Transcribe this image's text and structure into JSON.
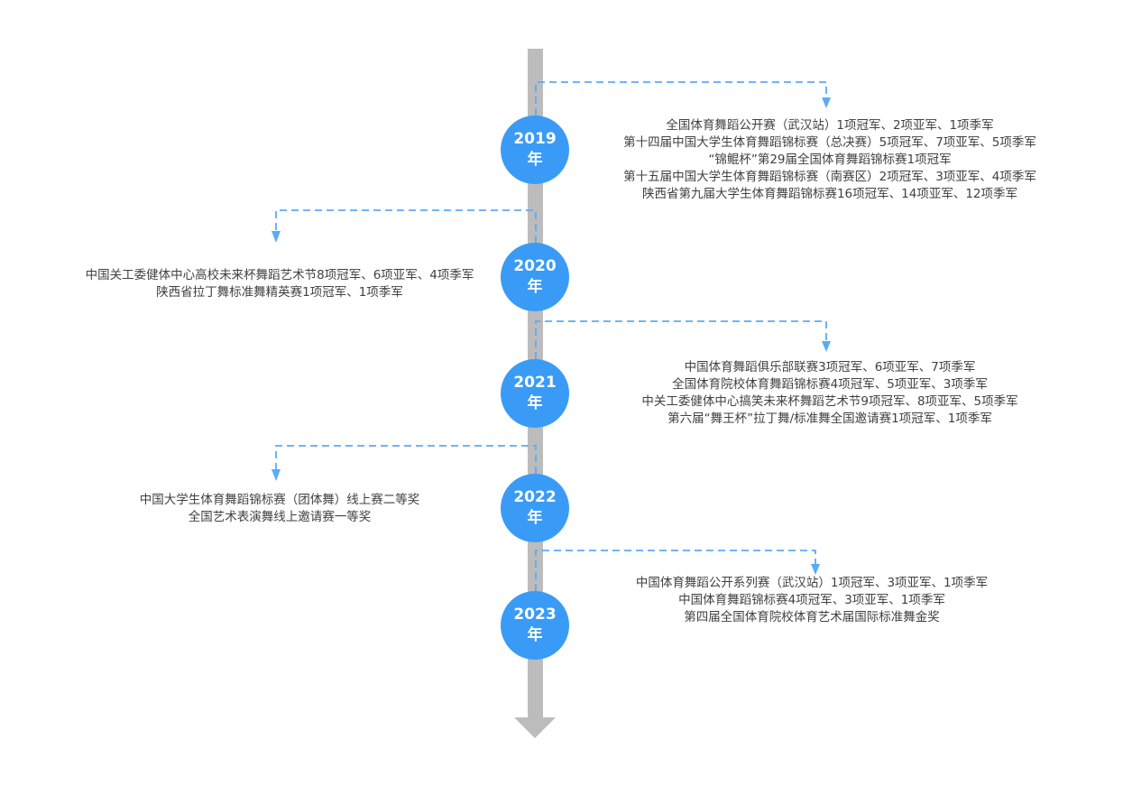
{
  "title": "",
  "colors": {
    "axis": "#bcbcbc",
    "year_circle": "#3a9bf6",
    "connector": "#5aabf7",
    "text": "#404040"
  },
  "timeline": [
    {
      "year": "2019",
      "suffix": "年",
      "side": "right",
      "items": [
        "全国体育舞蹈公开赛（武汉站）1项冠军、2项亚军、1项季军",
        "第十四届中国大学生体育舞蹈锦标赛（总决赛）5项冠军、7项亚军、5项季军",
        "“锦鲲杯”第29届全国体育舞蹈锦标赛1项冠军",
        "第十五届中国大学生体育舞蹈锦标赛（南赛区）2项冠军、3项亚军、4项季军",
        "陕西省第九届大学生体育舞蹈锦标赛16项冠军、14项亚军、12项季军"
      ]
    },
    {
      "year": "2020",
      "suffix": "年",
      "side": "left",
      "items": [
        "中国关工委健体中心高校未来杯舞蹈艺术节8项冠军、6项亚军、4项季军",
        "陕西省拉丁舞标准舞精英赛1项冠军、1项季军"
      ]
    },
    {
      "year": "2021",
      "suffix": "年",
      "side": "right",
      "items": [
        "中国体育舞蹈俱乐部联赛3项冠军、6项亚军、7项季军",
        "全国体育院校体育舞蹈锦标赛4项冠军、5项亚军、3项季军",
        "中关工委健体中心搞笑未来杯舞蹈艺术节9项冠军、8项亚军、5项季军",
        "第六届“舞王杯”拉丁舞/标准舞全国邀请赛1项冠军、1项季军"
      ]
    },
    {
      "year": "2022",
      "suffix": "年",
      "side": "left",
      "items": [
        "中国大学生体育舞蹈锦标赛（团体舞）线上赛二等奖",
        "全国艺术表演舞线上邀请赛一等奖"
      ]
    },
    {
      "year": "2023",
      "suffix": "年",
      "side": "right",
      "items": [
        "中国体育舞蹈公开系列赛（武汉站）1项冠军、3项亚军、1项季军",
        "中国体育舞蹈锦标赛4项冠军、3项亚军、1项季军",
        "第四届全国体育院校体育艺术届国际标准舞金奖"
      ]
    }
  ]
}
